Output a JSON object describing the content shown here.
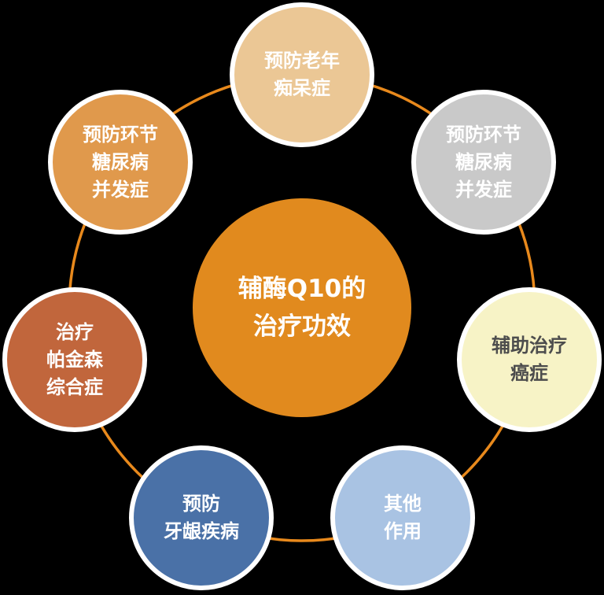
{
  "diagram": {
    "background_color": "#000000",
    "ring_color": "#E8891C",
    "node_border_color": "#ffffff"
  },
  "center": {
    "lines": [
      "辅酶Q10的",
      "治疗功效"
    ],
    "fill": "#E18A1E",
    "text_color": "#ffffff"
  },
  "nodes": [
    {
      "id": "prevent-senile-dementia",
      "position": "top",
      "lines": [
        "预防老年",
        "痴呆症"
      ],
      "fill": "#EBC795",
      "text_color": "#ffffff"
    },
    {
      "id": "prevent-diabetes-complications-right",
      "position": "top-right",
      "lines": [
        "预防环节",
        "糖尿病",
        "并发症"
      ],
      "fill": "#C9C9C9",
      "text_color": "#ffffff"
    },
    {
      "id": "adjuvant-cancer-therapy",
      "position": "right",
      "lines": [
        "辅助治疗",
        "癌症"
      ],
      "fill": "#F7F3C6",
      "text_color": "#4D4D4D"
    },
    {
      "id": "other-effects",
      "position": "bottom-right",
      "lines": [
        "其他",
        "作用"
      ],
      "fill": "#A9C3E3",
      "text_color": "#ffffff"
    },
    {
      "id": "prevent-gum-disease",
      "position": "bottom-left",
      "lines": [
        "预防",
        "牙龈疾病"
      ],
      "fill": "#4A71A7",
      "text_color": "#ffffff"
    },
    {
      "id": "treat-parkinsons-syndrome",
      "position": "left",
      "lines": [
        "治疗",
        "帕金森",
        "综合症"
      ],
      "fill": "#C1663C",
      "text_color": "#ffffff"
    },
    {
      "id": "prevent-diabetes-complications-left",
      "position": "top-left",
      "lines": [
        "预防环节",
        "糖尿病",
        "并发症"
      ],
      "fill": "#E0994C",
      "text_color": "#ffffff"
    }
  ]
}
